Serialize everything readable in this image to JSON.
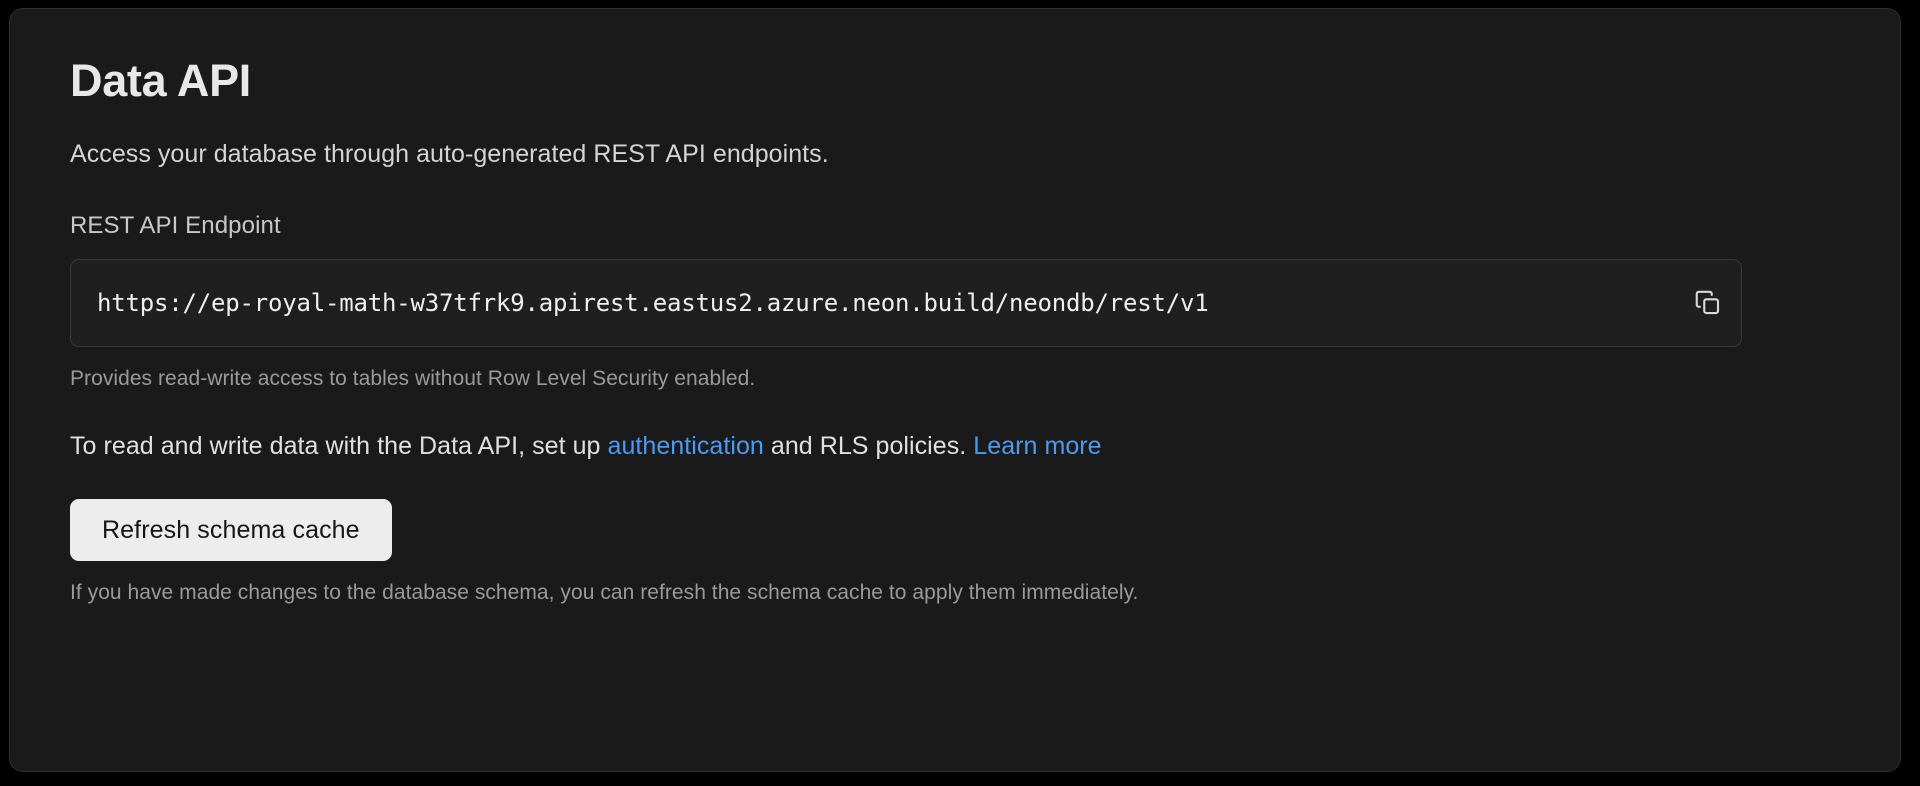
{
  "card": {
    "title": "Data API",
    "description": "Access your database through auto-generated REST API endpoints.",
    "endpoint_field": {
      "label": "REST API Endpoint",
      "value": "https://ep-royal-math-w37tfrk9.apirest.eastus2.azure.neon.build/neondb/rest/v1",
      "placeholder": "https://",
      "copy_icon": "copy-icon",
      "hint": "Provides read-write access to tables without Row Level Security enabled."
    },
    "info_paragraph": {
      "lead": "To read and write data with the Data API, set up ",
      "link_auth": "authentication",
      "middle": " and RLS policies. ",
      "link_learn_more": "Learn more"
    },
    "actions": {
      "refresh_label": "Refresh schema cache",
      "refresh_hint": "If you have made changes to the database schema, you can refresh the schema cache to apply them immediately."
    }
  },
  "colors": {
    "page_background": "#000000",
    "card_background": "#1a1a1a",
    "card_border": "#2e2e2e",
    "input_background": "#1f1f1f",
    "input_border": "#3a3a3a",
    "link": "#4a9bf5",
    "button_background": "#ededed",
    "button_text": "#161616",
    "title_text": "#e8e8e8",
    "body_text": "#d4d4d4",
    "muted_text": "#9a9a9a"
  }
}
